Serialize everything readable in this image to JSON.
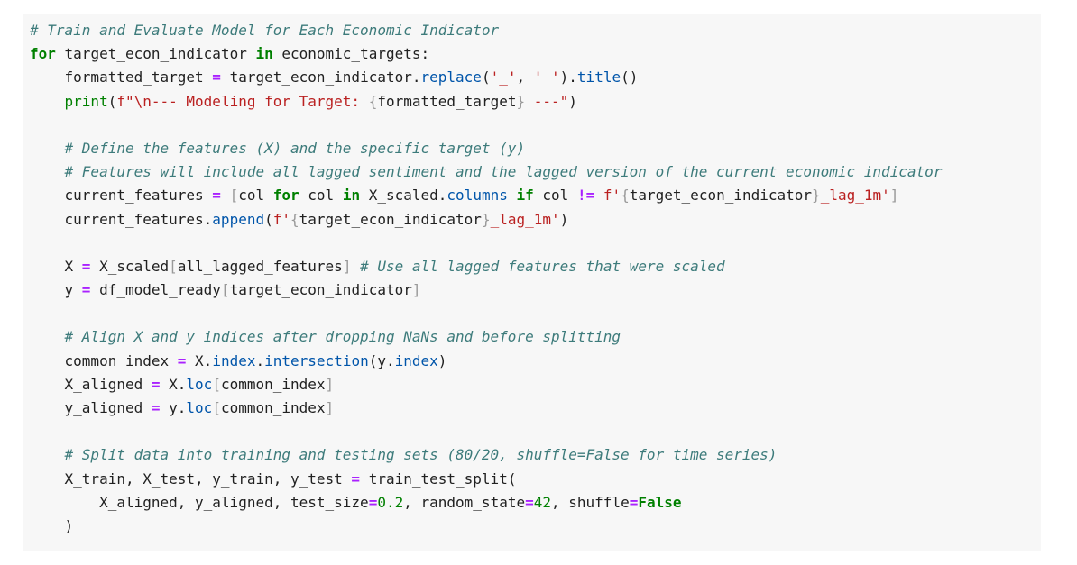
{
  "code_cell": {
    "lines": [
      [
        [
          "comment",
          "# Train and Evaluate Model for Each Economic Indicator"
        ]
      ],
      [
        [
          "keyword",
          "for"
        ],
        [
          "plain",
          " target_econ_indicator "
        ],
        [
          "keyword",
          "in"
        ],
        [
          "plain",
          " economic_targets:"
        ]
      ],
      [
        [
          "plain",
          "    formatted_target "
        ],
        [
          "op",
          "="
        ],
        [
          "plain",
          " target_econ_indicator."
        ],
        [
          "attr",
          "replace"
        ],
        [
          "plain",
          "("
        ],
        [
          "string",
          "'_'"
        ],
        [
          "plain",
          ", "
        ],
        [
          "string",
          "' '"
        ],
        [
          "plain",
          ")."
        ],
        [
          "attr",
          "title"
        ],
        [
          "plain",
          "()"
        ]
      ],
      [
        [
          "plain",
          "    "
        ],
        [
          "builtin",
          "print"
        ],
        [
          "plain",
          "("
        ],
        [
          "string",
          "f\"\\n--- Modeling for Target: "
        ],
        [
          "brace",
          "{"
        ],
        [
          "plain",
          "formatted_target"
        ],
        [
          "brace",
          "}"
        ],
        [
          "string",
          " ---\""
        ],
        [
          "plain",
          ")"
        ]
      ],
      [],
      [
        [
          "plain",
          "    "
        ],
        [
          "comment",
          "# Define the features (X) and the specific target (y)"
        ]
      ],
      [
        [
          "plain",
          "    "
        ],
        [
          "comment",
          "# Features will include all lagged sentiment and the lagged version of the current economic indicator"
        ]
      ],
      [
        [
          "plain",
          "    current_features "
        ],
        [
          "op",
          "="
        ],
        [
          "plain",
          " "
        ],
        [
          "brace",
          "["
        ],
        [
          "plain",
          "col "
        ],
        [
          "keyword",
          "for"
        ],
        [
          "plain",
          " col "
        ],
        [
          "keyword",
          "in"
        ],
        [
          "plain",
          " X_scaled."
        ],
        [
          "attr",
          "columns"
        ],
        [
          "plain",
          " "
        ],
        [
          "keyword",
          "if"
        ],
        [
          "plain",
          " col "
        ],
        [
          "op",
          "!="
        ],
        [
          "plain",
          " "
        ],
        [
          "string",
          "f'"
        ],
        [
          "brace",
          "{"
        ],
        [
          "plain",
          "target_econ_indicator"
        ],
        [
          "brace",
          "}"
        ],
        [
          "string",
          "_lag_1m'"
        ],
        [
          "brace",
          "]"
        ]
      ],
      [
        [
          "plain",
          "    current_features."
        ],
        [
          "attr",
          "append"
        ],
        [
          "plain",
          "("
        ],
        [
          "string",
          "f'"
        ],
        [
          "brace",
          "{"
        ],
        [
          "plain",
          "target_econ_indicator"
        ],
        [
          "brace",
          "}"
        ],
        [
          "string",
          "_lag_1m'"
        ],
        [
          "plain",
          ")"
        ]
      ],
      [],
      [
        [
          "plain",
          "    X "
        ],
        [
          "op",
          "="
        ],
        [
          "plain",
          " X_scaled"
        ],
        [
          "brace",
          "["
        ],
        [
          "plain",
          "all_lagged_features"
        ],
        [
          "brace",
          "]"
        ],
        [
          "plain",
          " "
        ],
        [
          "comment",
          "# Use all lagged features that were scaled"
        ]
      ],
      [
        [
          "plain",
          "    y "
        ],
        [
          "op",
          "="
        ],
        [
          "plain",
          " df_model_ready"
        ],
        [
          "brace",
          "["
        ],
        [
          "plain",
          "target_econ_indicator"
        ],
        [
          "brace",
          "]"
        ]
      ],
      [],
      [
        [
          "plain",
          "    "
        ],
        [
          "comment",
          "# Align X and y indices after dropping NaNs and before splitting"
        ]
      ],
      [
        [
          "plain",
          "    common_index "
        ],
        [
          "op",
          "="
        ],
        [
          "plain",
          " X."
        ],
        [
          "attr",
          "index"
        ],
        [
          "plain",
          "."
        ],
        [
          "attr",
          "intersection"
        ],
        [
          "plain",
          "(y."
        ],
        [
          "attr",
          "index"
        ],
        [
          "plain",
          ")"
        ]
      ],
      [
        [
          "plain",
          "    X_aligned "
        ],
        [
          "op",
          "="
        ],
        [
          "plain",
          " X."
        ],
        [
          "attr",
          "loc"
        ],
        [
          "brace",
          "["
        ],
        [
          "plain",
          "common_index"
        ],
        [
          "brace",
          "]"
        ]
      ],
      [
        [
          "plain",
          "    y_aligned "
        ],
        [
          "op",
          "="
        ],
        [
          "plain",
          " y."
        ],
        [
          "attr",
          "loc"
        ],
        [
          "brace",
          "["
        ],
        [
          "plain",
          "common_index"
        ],
        [
          "brace",
          "]"
        ]
      ],
      [],
      [
        [
          "plain",
          "    "
        ],
        [
          "comment",
          "# Split data into training and testing sets (80/20, shuffle=False for time series)"
        ]
      ],
      [
        [
          "plain",
          "    X_train, X_test, y_train, y_test "
        ],
        [
          "op",
          "="
        ],
        [
          "plain",
          " train_test_split("
        ]
      ],
      [
        [
          "plain",
          "        X_aligned, y_aligned, test_size"
        ],
        [
          "op",
          "="
        ],
        [
          "number",
          "0.2"
        ],
        [
          "plain",
          ", random_state"
        ],
        [
          "op",
          "="
        ],
        [
          "number",
          "42"
        ],
        [
          "plain",
          ", shuffle"
        ],
        [
          "op",
          "="
        ],
        [
          "keyword",
          "False"
        ]
      ],
      [
        [
          "plain",
          "    )"
        ]
      ]
    ]
  },
  "colors": {
    "cell_background": "#f7f7f7",
    "comment": "#3d7b7b",
    "keyword": "#008000",
    "operator": "#aa22ff",
    "string": "#ba2121",
    "attribute": "#0055aa",
    "plain": "#212121"
  }
}
